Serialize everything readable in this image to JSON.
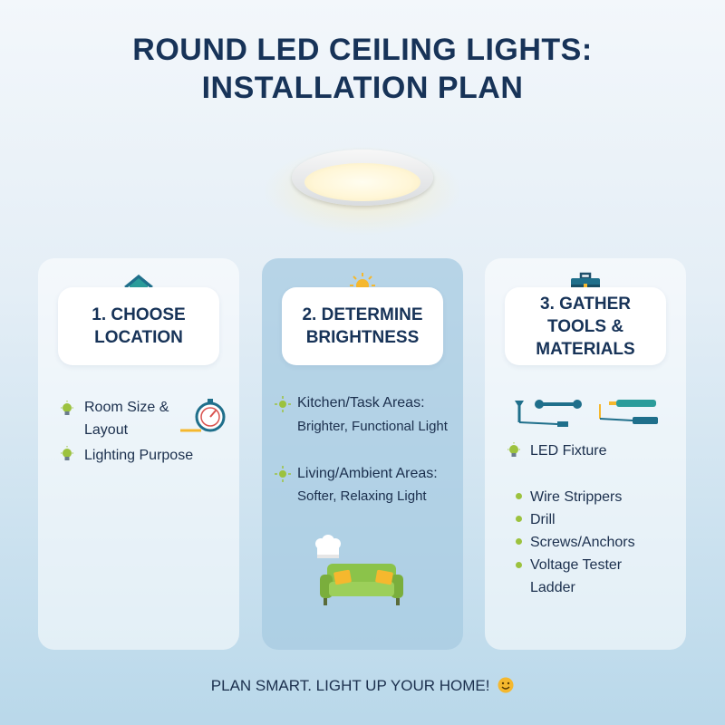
{
  "title": {
    "line1": "ROUND LED CEILING LIGHTS:",
    "line2": "INSTALLATION PLAN"
  },
  "cards": [
    {
      "heading": "1. CHOOSE LOCATION",
      "icon": "house-icon",
      "items": [
        "Room Size &",
        "Layout",
        "Lighting Purpose"
      ]
    },
    {
      "heading": "2. DETERMINE BRIGHTNESS",
      "icon": "sun-icon",
      "items": [
        {
          "label": "Kitchen/Task Areas:",
          "detail": "Brighter, Functional Light"
        },
        {
          "label": "Living/Ambient Areas:",
          "detail": "Softer, Relaxing Light"
        }
      ]
    },
    {
      "heading": "3. GATHER TOOLS & MATERIALS",
      "icon": "toolbox-icon",
      "featured": "LED Fixture",
      "items": [
        "Wire Strippers",
        "Drill",
        "Screws/Anchors",
        "Voltage Tester",
        "Ladder"
      ]
    }
  ],
  "footer": "PLAN SMART. LIGHT UP YOUR HOME!",
  "colors": {
    "title": "#173358",
    "accent_green": "#9cc23e",
    "sofa": "#8bc34a",
    "sun": "#f5b82e"
  }
}
